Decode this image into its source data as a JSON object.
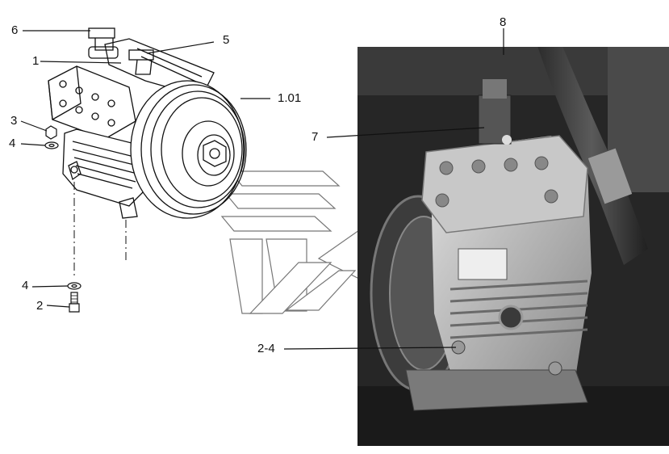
{
  "callouts": {
    "c6": "6",
    "c1": "1",
    "c5": "5",
    "c101": "1.01",
    "c3": "3",
    "c4a": "4",
    "c4b": "4",
    "c2": "2",
    "c8": "8",
    "c7": "7",
    "c24": "2-4"
  },
  "colors": {
    "line": "#111111",
    "photo_bg": "#1e1e1e",
    "metal": "#a9a9a9",
    "metal_light": "#d0d0d0"
  },
  "icons": {
    "background": "hollow-arrow-watermark",
    "exploded_view": "compressor-line-drawing",
    "photo": "compressor-photo"
  }
}
